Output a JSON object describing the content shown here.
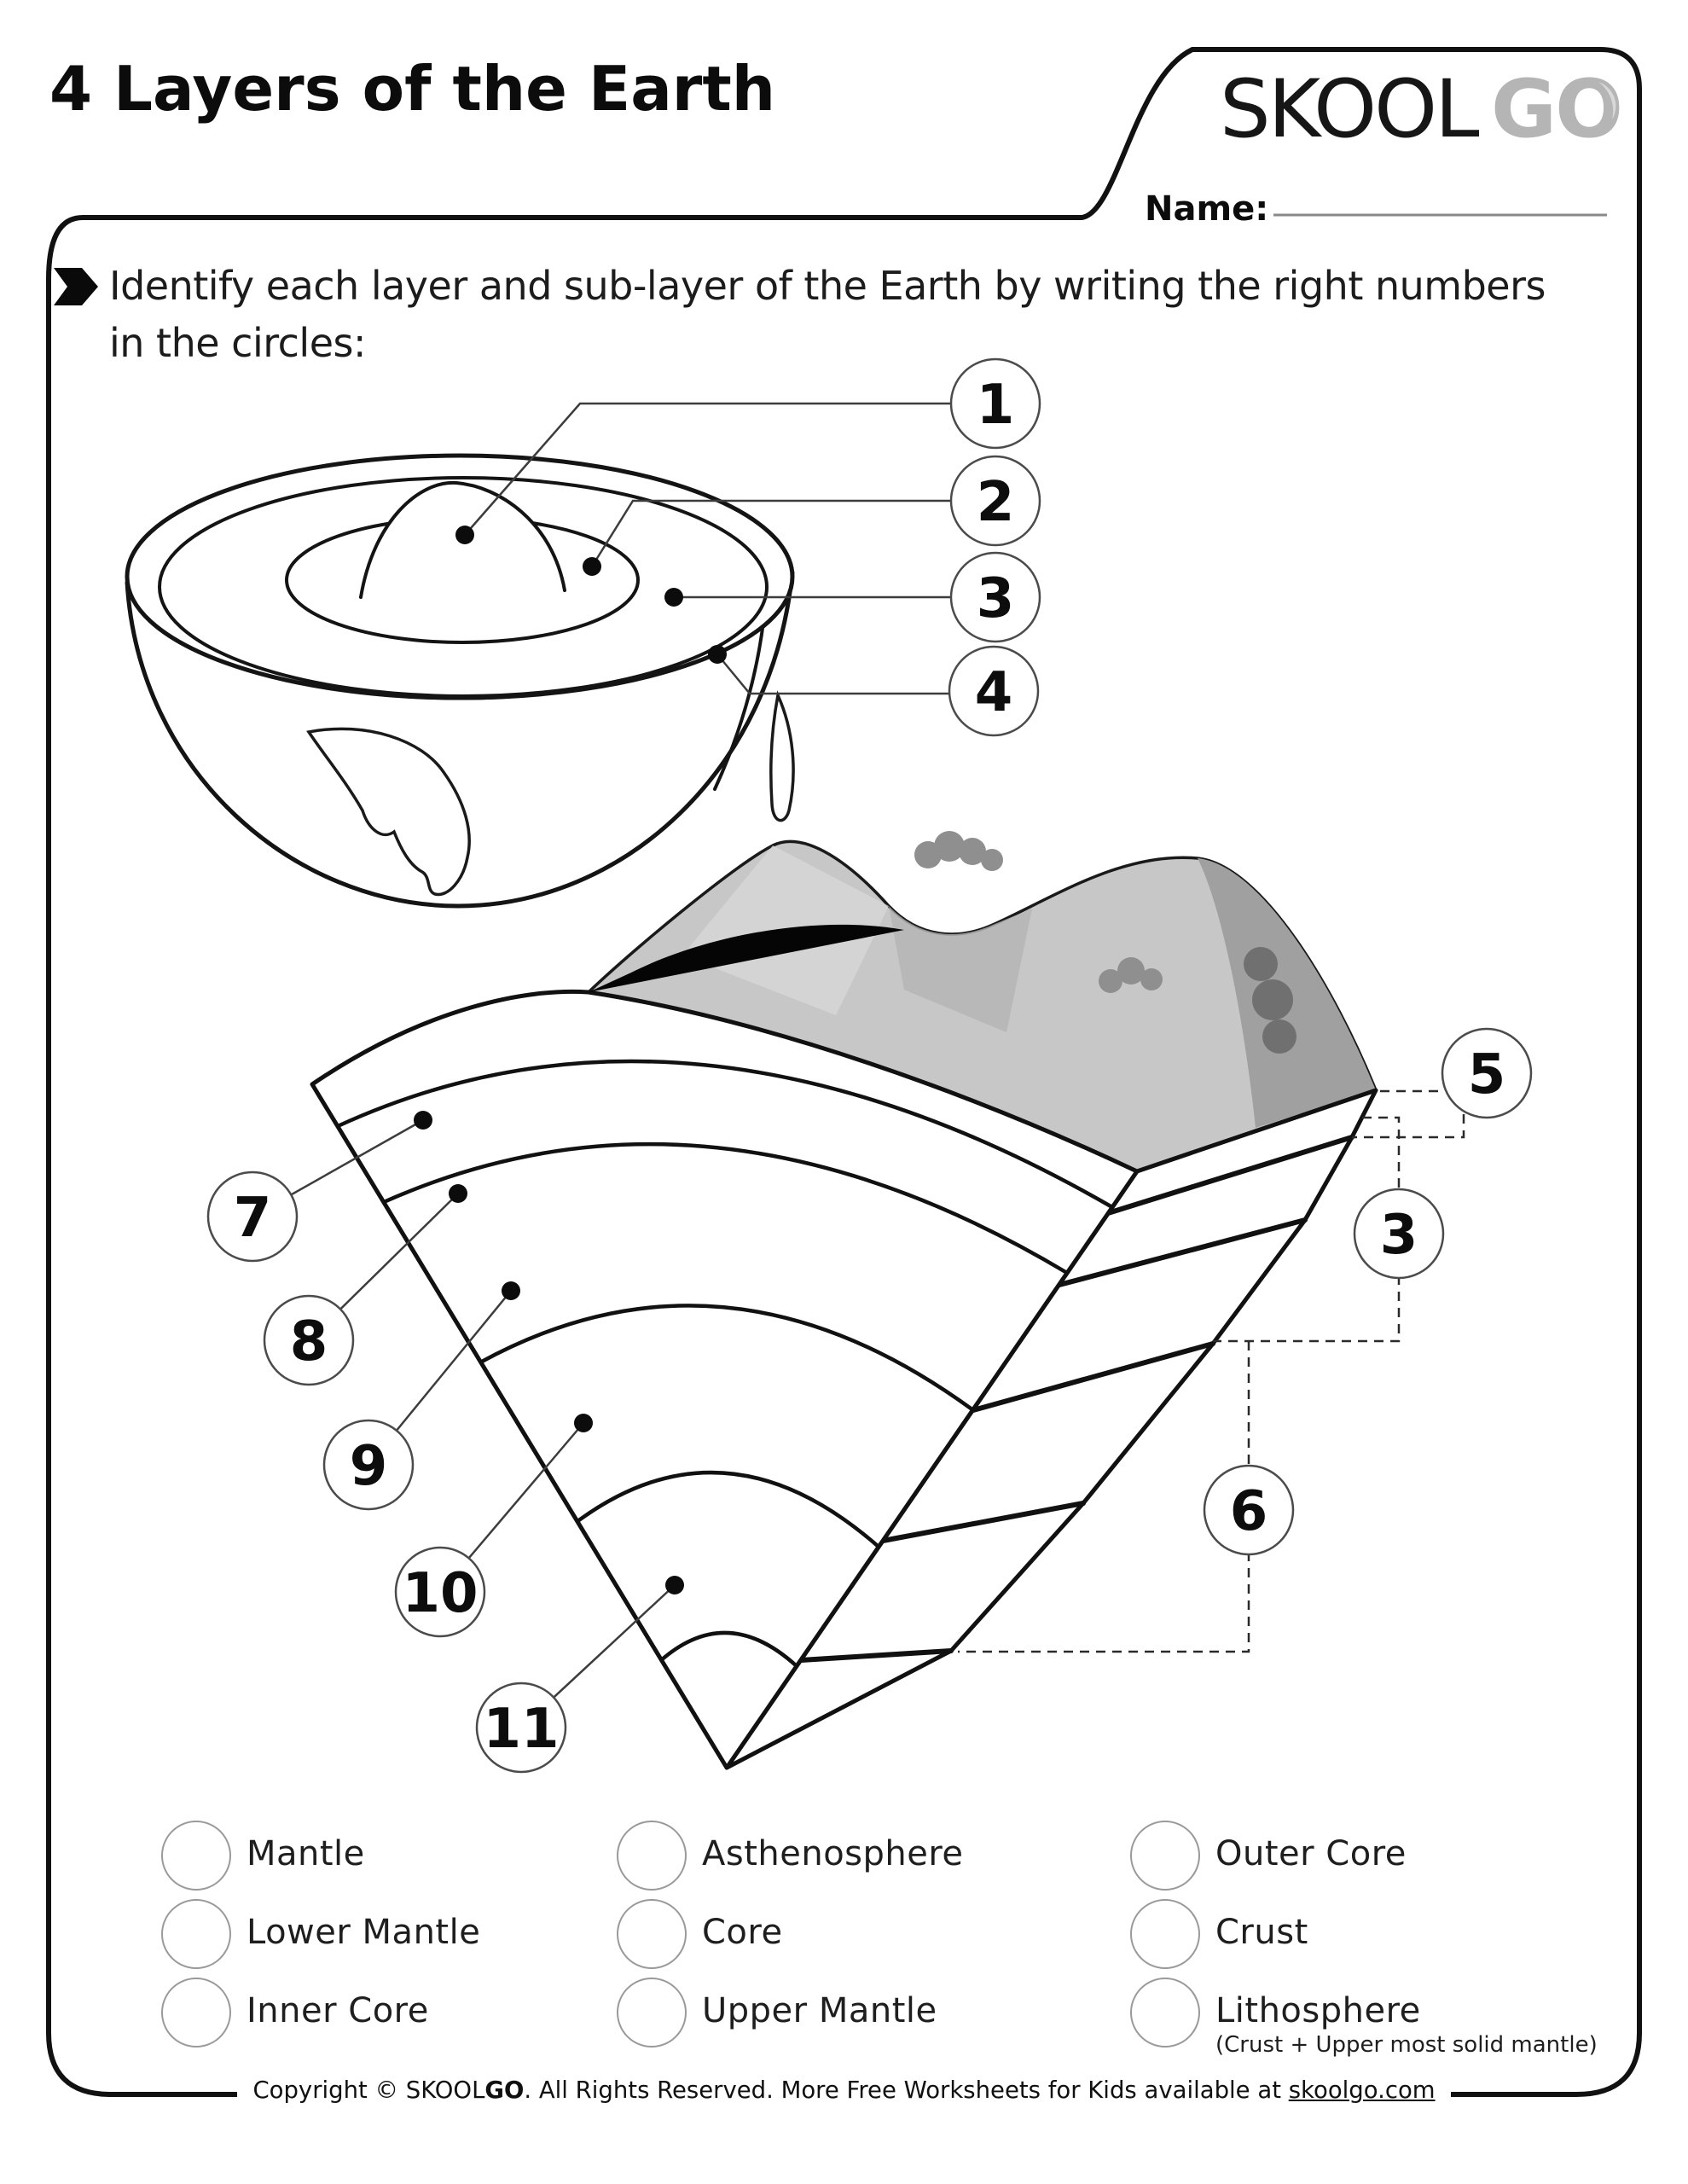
{
  "page": {
    "title": "4 Layers of the Earth",
    "logo": {
      "skool": "SKOOL",
      "go": "GO"
    },
    "name_label": "Name:",
    "instruction_line1": "Identify each layer and sub-layer of the Earth by writing the right numbers",
    "instruction_line2": "in the circles:",
    "footer": {
      "pre": "Copyright © SKOOL",
      "go": "GO",
      "mid": ". All Rights Reserved. More Free Worksheets for Kids available at ",
      "link": "skoolgo.com"
    }
  },
  "colors": {
    "logo_go_gray": "#b5b5b5",
    "mountain_gray": "#c7c7c7"
  },
  "callouts": {
    "h1": "1",
    "h2": "2",
    "h3": "3",
    "h4": "4",
    "w5": "5",
    "w3": "3",
    "w6": "6",
    "w7": "7",
    "w8": "8",
    "w9": "9",
    "w10": "10",
    "w11": "11"
  },
  "answers": {
    "columns": [
      {
        "items": [
          "Mantle",
          "Lower Mantle",
          "Inner Core"
        ]
      },
      {
        "items": [
          "Asthenosphere",
          "Core",
          "Upper Mantle"
        ]
      },
      {
        "items": [
          "Outer Core",
          "Crust",
          "Lithosphere"
        ]
      }
    ],
    "lithosphere_note": "(Crust + Upper most solid mantle)"
  }
}
